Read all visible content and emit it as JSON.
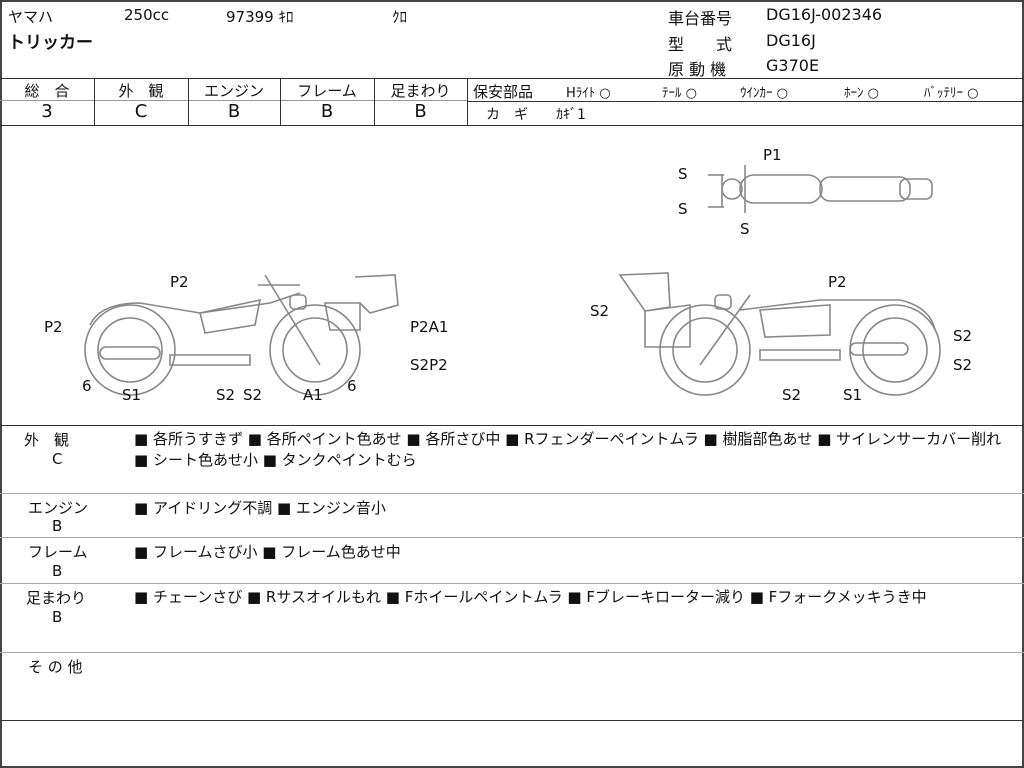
{
  "header": {
    "maker": "ヤマハ",
    "displacement": "250cc",
    "mileage": "97399 ｷﾛ",
    "color": "ｸﾛ",
    "model_name": "トリッカー",
    "frame_no_label": "車台番号",
    "frame_no": "DG16J-002346",
    "type_label": "型　　式",
    "type": "DG16J",
    "engine_label": "原 動 機",
    "engine": "G370E"
  },
  "ratings": [
    {
      "label": "総　合",
      "value": "3"
    },
    {
      "label": "外　観",
      "value": "C"
    },
    {
      "label": "エンジン",
      "value": "B"
    },
    {
      "label": "フレーム",
      "value": "B"
    },
    {
      "label": "足まわり",
      "value": "B"
    }
  ],
  "safety": {
    "label": "保安部品",
    "items": [
      {
        "name": "Hﾗｲﾄ",
        "mark": "○"
      },
      {
        "name": "ﾃｰﾙ",
        "mark": "○"
      },
      {
        "name": "ｳｲﾝｶｰ",
        "mark": "○"
      },
      {
        "name": "ﾎｰﾝ",
        "mark": "○"
      },
      {
        "name": "ﾊﾞｯﾃﾘｰ",
        "mark": "○"
      }
    ],
    "key_label": "カ　ギ",
    "key_value": "ｶｷﾞ1"
  },
  "diagram": {
    "top": [
      "P1",
      "S",
      "S",
      "S"
    ],
    "left": [
      "P2",
      "P2",
      "P2A1",
      "S2P2",
      "6",
      "S1",
      "S2",
      "S2",
      "A1",
      "6"
    ],
    "right": [
      "S2",
      "P2",
      "S2",
      "S2",
      "S2",
      "S1"
    ]
  },
  "remarks": [
    {
      "label": "外　観",
      "grade": "C",
      "text": "■ 各所うすきず ■ 各所ペイント色あせ ■ 各所さび中 ■ Rフェンダーペイントムラ ■ 樹脂部色あせ ■ サイレンサーカバー削れ ■ シート色あせ小 ■ タンクペイントむら"
    },
    {
      "label": "エンジン",
      "grade": "B",
      "text": "■ アイドリング不調 ■ エンジン音小"
    },
    {
      "label": "フレーム",
      "grade": "B",
      "text": "■ フレームさび小 ■ フレーム色あせ中"
    },
    {
      "label": "足まわり",
      "grade": "B",
      "text": "■ チェーンさび ■ Rサスオイルもれ ■ Fホイールペイントムラ ■ Fブレーキローター減り ■ Fフォークメッキうき中"
    },
    {
      "label": "そ の 他",
      "grade": "",
      "text": ""
    }
  ]
}
